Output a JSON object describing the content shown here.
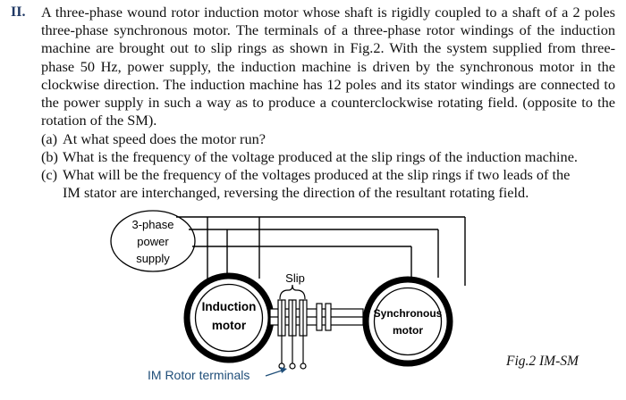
{
  "question": {
    "number": "II.",
    "text": "A three-phase wound rotor induction motor whose shaft is rigidly coupled to a shaft of a 2 poles three-phase synchronous motor. The terminals of a three-phase rotor windings of the induction machine are brought out to slip rings as shown in Fig.2. With the system supplied from three-phase 50 Hz, power supply, the induction machine is driven by the synchronous motor in the clockwise direction. The induction machine has 12 poles and its stator windings are connected to the power supply in such a way as to produce a counterclockwise rotating field. (opposite to the rotation of the SM).",
    "parts": [
      {
        "tag": "(a)",
        "line1": "At what speed does the motor run?",
        "line2": ""
      },
      {
        "tag": "(b)",
        "line1": "What is the frequency of the voltage produced at the slip rings of the induction machine.",
        "line2": ""
      },
      {
        "tag": "(c)",
        "line1": "What will be the frequency of the voltages produced at the slip rings if two leads of the",
        "line2": "IM stator are interchanged, reversing the direction of the resultant rotating field."
      }
    ]
  },
  "figure": {
    "supply_line1": "3-phase",
    "supply_line2": "power",
    "supply_line3": "supply",
    "slip_label": "Slip",
    "im_line1": "Induction",
    "im_line2": "motor",
    "sm_line1": "Synchronous",
    "sm_line2": "motor",
    "terminals_label": "IM Rotor terminals",
    "caption": "Fig.2 IM-SM",
    "label_color": "#1f4e79"
  }
}
